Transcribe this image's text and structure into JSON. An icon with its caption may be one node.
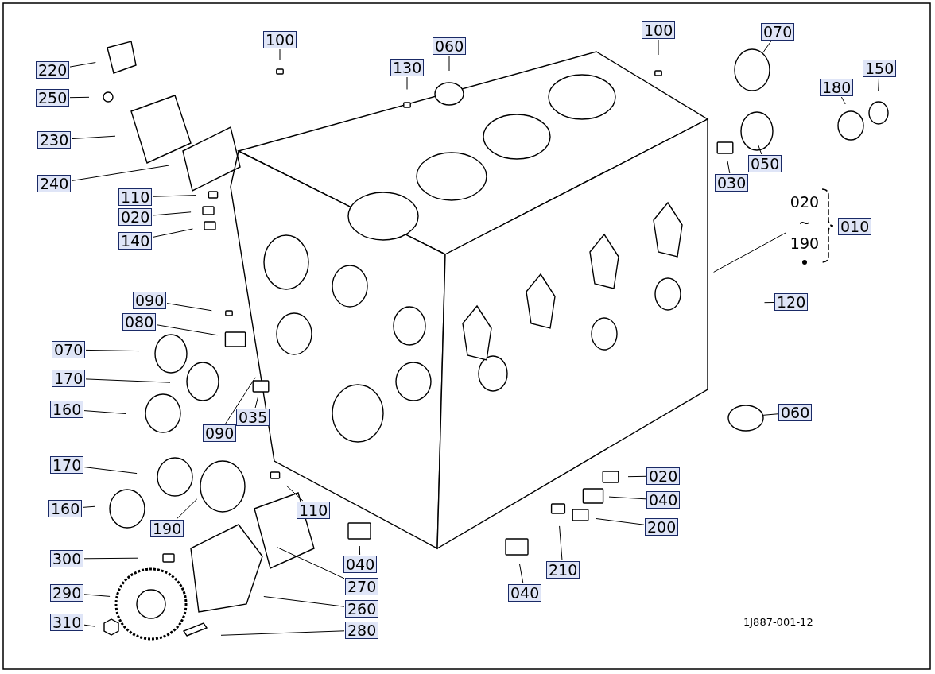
{
  "diagram": {
    "nodes": [
      {
        "text": [
          "220"
        ]
      },
      {
        "text": [
          "250"
        ]
      },
      {
        "text": [
          "230"
        ]
      },
      {
        "text": [
          "240"
        ]
      },
      {
        "text": [
          "110"
        ]
      },
      {
        "text": [
          "020"
        ]
      },
      {
        "text": [
          "140"
        ]
      },
      {
        "text": [
          "090"
        ]
      },
      {
        "text": [
          "080"
        ]
      },
      {
        "text": [
          "070"
        ]
      },
      {
        "text": [
          "170"
        ]
      },
      {
        "text": [
          "160"
        ]
      },
      {
        "text": [
          "090"
        ]
      },
      {
        "text": [
          "035"
        ]
      },
      {
        "text": [
          "170"
        ]
      },
      {
        "text": [
          "160"
        ]
      },
      {
        "text": [
          "190"
        ]
      },
      {
        "text": [
          "110"
        ]
      },
      {
        "text": [
          "300"
        ]
      },
      {
        "text": [
          "290"
        ]
      },
      {
        "text": [
          "310"
        ]
      },
      {
        "text": [
          "270"
        ]
      },
      {
        "text": [
          "260"
        ]
      },
      {
        "text": [
          "280"
        ]
      },
      {
        "text": [
          "040"
        ]
      },
      {
        "text": [
          "040"
        ]
      },
      {
        "text": [
          "210"
        ]
      },
      {
        "text": [
          "100"
        ]
      },
      {
        "text": [
          "130"
        ]
      },
      {
        "text": [
          "060"
        ]
      },
      {
        "text": [
          "100"
        ]
      },
      {
        "text": [
          "070"
        ]
      },
      {
        "text": [
          "180"
        ]
      },
      {
        "text": [
          "150"
        ]
      },
      {
        "text": [
          "030"
        ]
      },
      {
        "text": [
          "050"
        ]
      },
      {
        "text": [
          "020 ~ 190"
        ]
      },
      {
        "text": [
          "010"
        ]
      },
      {
        "text": [
          "120"
        ]
      },
      {
        "text": [
          "060"
        ]
      },
      {
        "text": [
          "020"
        ]
      },
      {
        "text": [
          "040"
        ]
      },
      {
        "text": [
          "200"
        ]
      }
    ],
    "edges": [
      {
        "from": 0,
        "to": null,
        "arrow": "none"
      },
      {
        "from": 1,
        "to": null,
        "arrow": "none"
      },
      {
        "from": 2,
        "to": null,
        "arrow": "none"
      },
      {
        "from": 3,
        "to": null,
        "arrow": "none"
      },
      {
        "from": 4,
        "to": null,
        "arrow": "none"
      },
      {
        "from": 5,
        "to": null,
        "arrow": "none"
      },
      {
        "from": 6,
        "to": null,
        "arrow": "none"
      },
      {
        "from": 7,
        "to": null,
        "arrow": "none"
      },
      {
        "from": 8,
        "to": null,
        "arrow": "none"
      },
      {
        "from": 9,
        "to": null,
        "arrow": "none"
      },
      {
        "from": 10,
        "to": null,
        "arrow": "none"
      },
      {
        "from": 11,
        "to": null,
        "arrow": "none"
      },
      {
        "from": 12,
        "to": null,
        "arrow": "none"
      },
      {
        "from": 13,
        "to": null,
        "arrow": "none"
      },
      {
        "from": 14,
        "to": null,
        "arrow": "none"
      },
      {
        "from": 15,
        "to": null,
        "arrow": "none"
      },
      {
        "from": 16,
        "to": null,
        "arrow": "none"
      },
      {
        "from": 17,
        "to": null,
        "arrow": "none"
      },
      {
        "from": 18,
        "to": null,
        "arrow": "none"
      },
      {
        "from": 19,
        "to": null,
        "arrow": "none"
      },
      {
        "from": 20,
        "to": null,
        "arrow": "none"
      },
      {
        "from": 21,
        "to": null,
        "arrow": "none"
      },
      {
        "from": 22,
        "to": null,
        "arrow": "none"
      },
      {
        "from": 23,
        "to": null,
        "arrow": "none"
      },
      {
        "from": 24,
        "to": null,
        "arrow": "none"
      },
      {
        "from": 25,
        "to": null,
        "arrow": "none"
      },
      {
        "from": 26,
        "to": null,
        "arrow": "none"
      },
      {
        "from": 27,
        "to": null,
        "arrow": "none"
      },
      {
        "from": 28,
        "to": null,
        "arrow": "none"
      },
      {
        "from": 29,
        "to": null,
        "arrow": "none"
      },
      {
        "from": 30,
        "to": null,
        "arrow": "none"
      },
      {
        "from": 31,
        "to": null,
        "arrow": "none"
      },
      {
        "from": 32,
        "to": null,
        "arrow": "none"
      },
      {
        "from": 33,
        "to": null,
        "arrow": "none"
      },
      {
        "from": 34,
        "to": null,
        "arrow": "none"
      },
      {
        "from": 35,
        "to": null,
        "arrow": "none"
      },
      {
        "from": 36,
        "to": null,
        "arrow": "none"
      },
      {
        "from": 38,
        "to": null,
        "arrow": "none"
      },
      {
        "from": 39,
        "to": null,
        "arrow": "none"
      },
      {
        "from": 40,
        "to": null,
        "arrow": "none"
      },
      {
        "from": 41,
        "to": null,
        "arrow": "none"
      },
      {
        "from": 42,
        "to": null,
        "arrow": "none"
      }
    ],
    "labels": [
      "1J887-001-12"
    ]
  }
}
